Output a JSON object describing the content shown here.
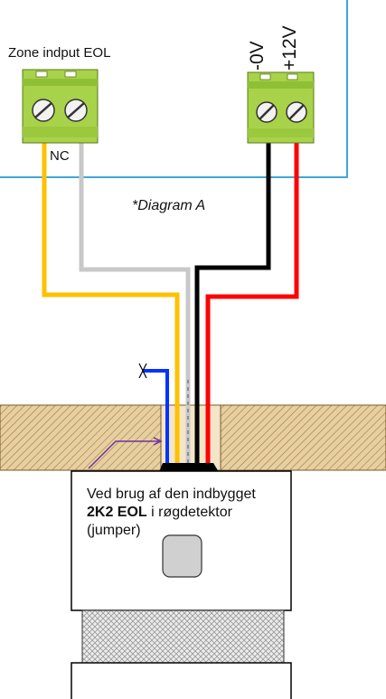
{
  "labels": {
    "zone_input": "Zone indput EOL",
    "nc": "NC",
    "zero_v": "-0V",
    "plus_12v": "+12V",
    "diagram": "*Diagram A",
    "note_line1": "Ved brug af den indbygget",
    "note_bold": "2K2 EOL",
    "note_line2_rest": " i røgdetektor",
    "note_line3": "(jumper)"
  },
  "colors": {
    "panel_outline": "#3ea7d8",
    "terminal_green": "#a8d24a",
    "terminal_dark": "#6f9a2a",
    "wire_yellow": "#ffc000",
    "wire_gray": "#c8c8c8",
    "wire_black": "#000000",
    "wire_red": "#ff0000",
    "wire_blue": "#0033ff",
    "wire_purple": "#7030a0",
    "ceiling_fill": "#e8cfa0",
    "hatch": "#a08050"
  }
}
